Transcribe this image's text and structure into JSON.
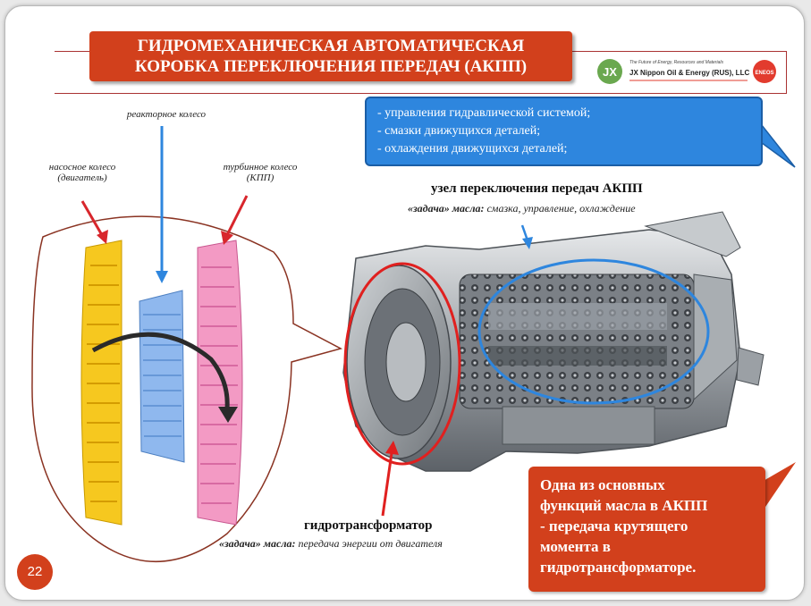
{
  "title": {
    "line1": "ГИДРОМЕХАНИЧЕСКАЯ АВТОМАТИЧЕСКАЯ",
    "line2": "КОРОБКА ПЕРЕКЛЮЧЕНИЯ ПЕРЕДАЧ (АКПП)"
  },
  "logo": {
    "mark": "JX",
    "tagline": "The Future of Energy, Resources and Materials",
    "company": "JX Nippon Oil & Energy (RUS), LLC",
    "brand": "ENEOS"
  },
  "converter_labels": {
    "reactor": "реакторное колесо",
    "pump_line1": "насосное колесо",
    "pump_line2": "(двигатель)",
    "turbine_line1": "турбинное колесо",
    "turbine_line2": "(КПП)"
  },
  "oil_functions": [
    "- управления гидравлической системой;",
    "- смазки движущихся деталей;",
    "- охлаждения движущихся деталей;"
  ],
  "gear_unit": {
    "title": "узел переключения передач АКПП",
    "task_label": "«задача» масла:",
    "task_text": " смазка, управление, охлаждение"
  },
  "torque_converter": {
    "title": "гидротрансформатор",
    "task_label": "«задача» масла:",
    "task_text": " передача энергии от двигателя"
  },
  "note": {
    "line1": "Одна из основных",
    "line2": "функций масла в АКПП",
    "line3": "- передача крутящего",
    "line4": "момента в",
    "line5": "гидротрансформаторе."
  },
  "page_number": "22",
  "colors": {
    "accent": "#d2401c",
    "blue": "#2e86de",
    "pump": "#f6c81f",
    "reactor": "#8fb8ee",
    "turbine": "#f39ac4"
  }
}
